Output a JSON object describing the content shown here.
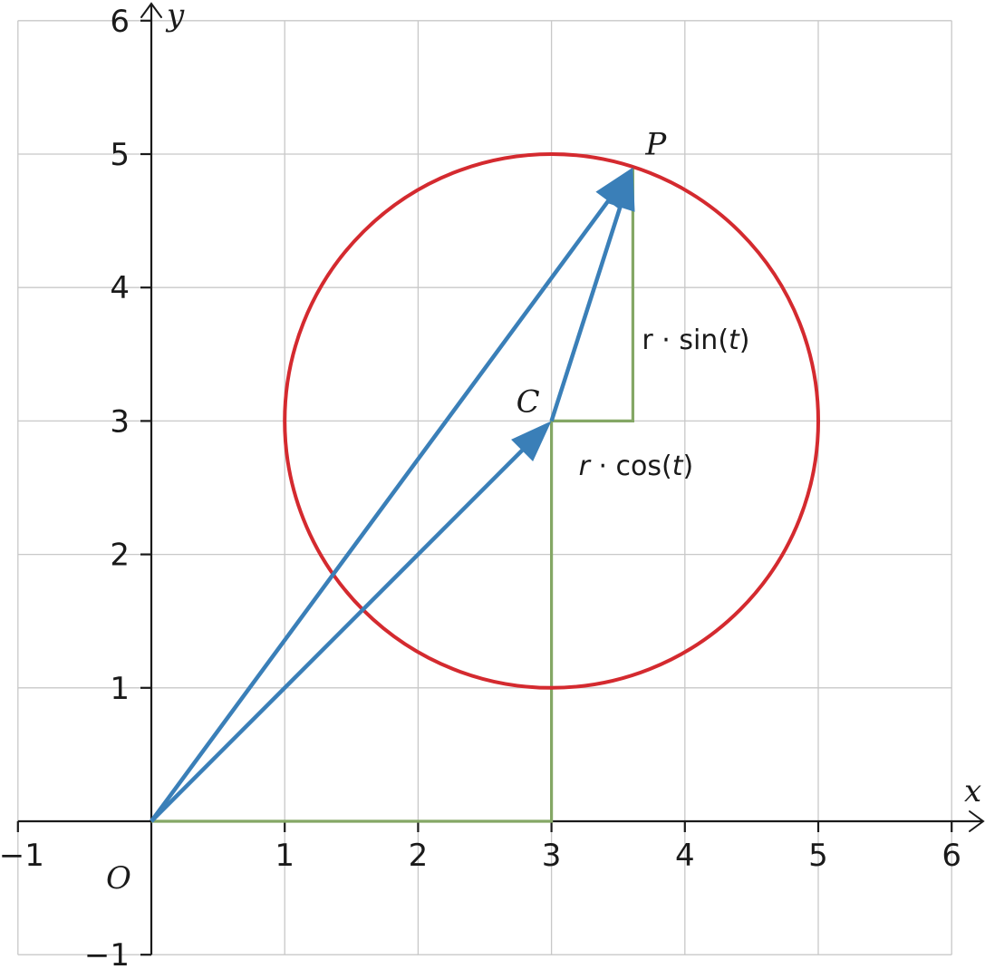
{
  "axes": {
    "x_label": "x",
    "y_label": "y",
    "origin_label": "O",
    "x_range": [
      -1,
      6
    ],
    "y_range": [
      -1,
      6
    ],
    "grid": true,
    "x_ticks": [
      {
        "value": -1,
        "label": "−1"
      },
      {
        "value": 1,
        "label": "1"
      },
      {
        "value": 2,
        "label": "2"
      },
      {
        "value": 3,
        "label": "3"
      },
      {
        "value": 4,
        "label": "4"
      },
      {
        "value": 5,
        "label": "5"
      },
      {
        "value": 6,
        "label": "6"
      }
    ],
    "y_ticks": [
      {
        "value": -1,
        "label": "−1"
      },
      {
        "value": 1,
        "label": "1"
      },
      {
        "value": 2,
        "label": "2"
      },
      {
        "value": 3,
        "label": "3"
      },
      {
        "value": 4,
        "label": "4"
      },
      {
        "value": 5,
        "label": "5"
      },
      {
        "value": 6,
        "label": "6"
      }
    ]
  },
  "circle": {
    "center": [
      3,
      3
    ],
    "radius": 2,
    "color": "#d42a2f"
  },
  "points": {
    "center": {
      "label": "C",
      "x": 3,
      "y": 3
    },
    "point": {
      "label": "P",
      "x": 3.61,
      "y": 4.9
    }
  },
  "vectors": {
    "color": "#3a7fb8",
    "items": [
      {
        "from": [
          0,
          0
        ],
        "to": [
          3,
          3
        ]
      },
      {
        "from": [
          0,
          0
        ],
        "to": [
          3.61,
          4.9
        ]
      },
      {
        "from": [
          3,
          3
        ],
        "to": [
          3.61,
          4.9
        ]
      }
    ]
  },
  "components": {
    "color": "#84a765",
    "cos_label": {
      "prefix": "r",
      "mid": " · cos(",
      "var": "t",
      "suffix": ")"
    },
    "sin_label": {
      "prefix": "r",
      "mid": " · sin(",
      "var": "t",
      "suffix": ")"
    }
  }
}
